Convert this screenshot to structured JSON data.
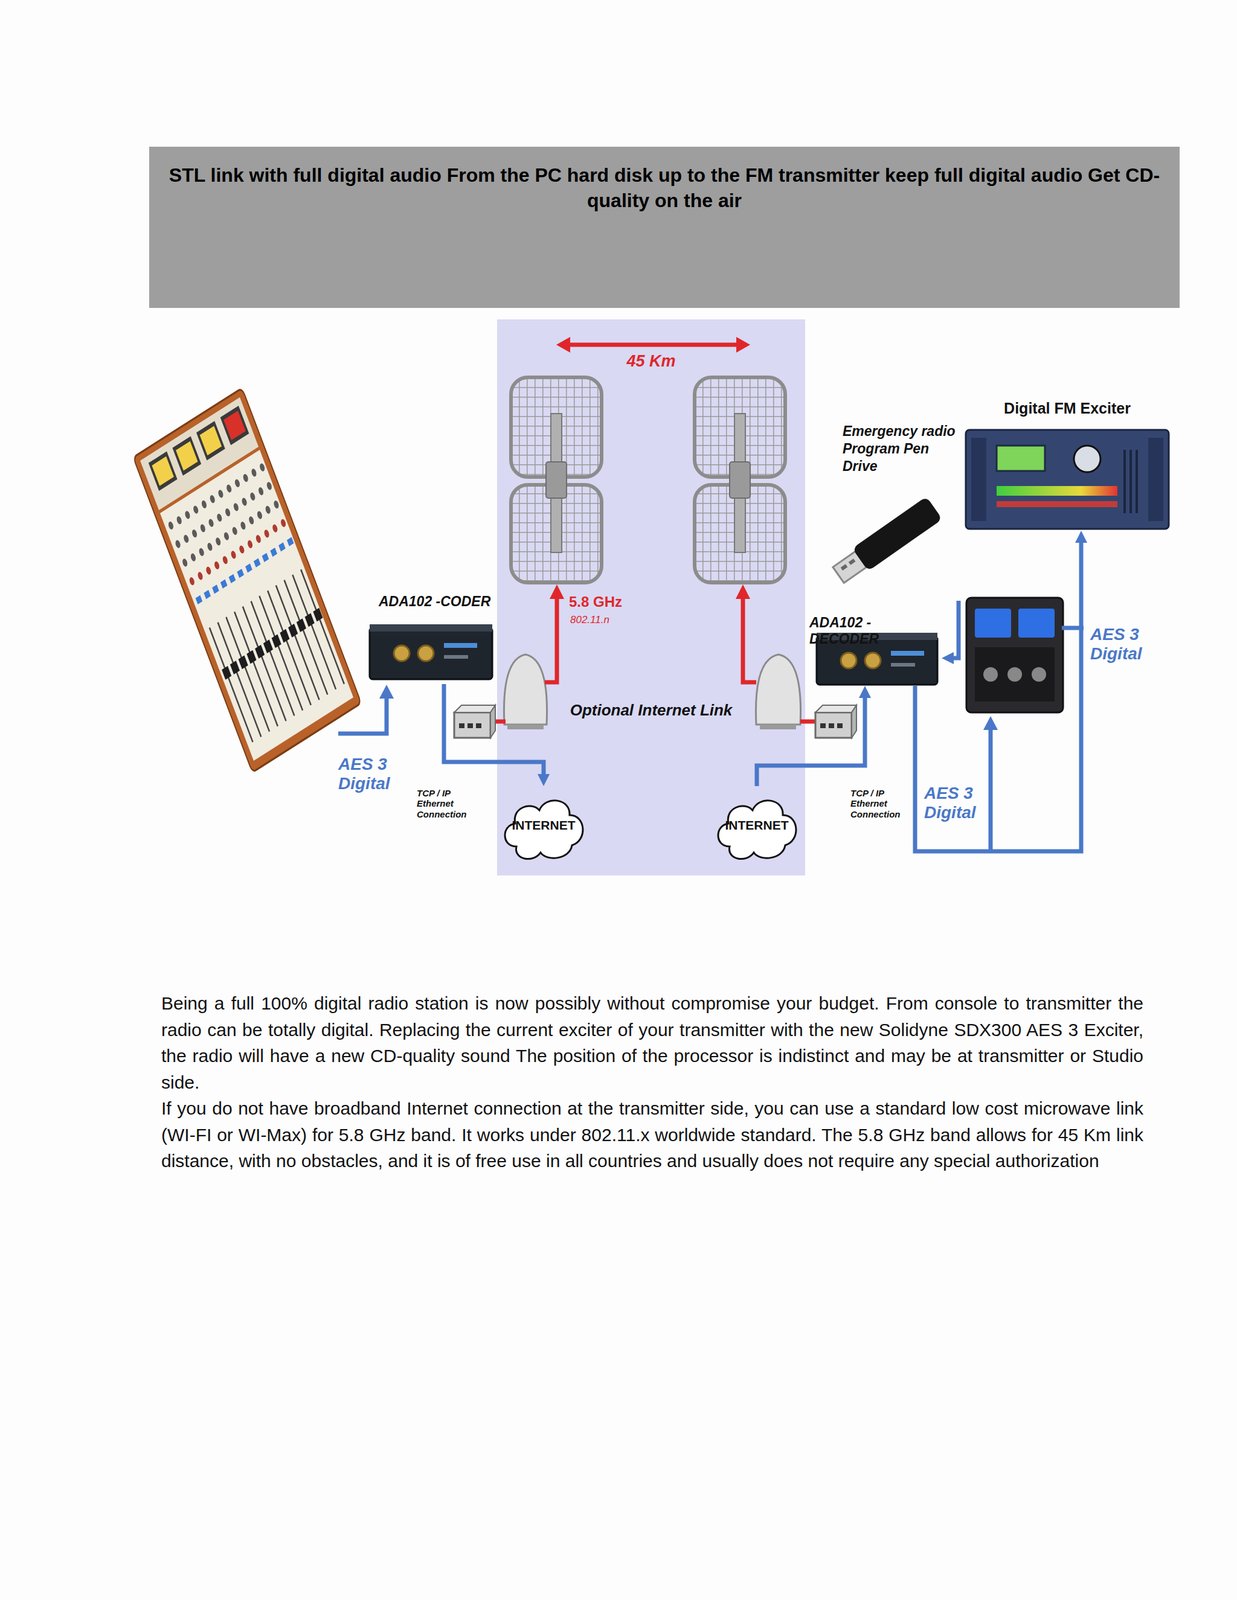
{
  "diagram": {
    "title": "STL link with full digital audio From the PC hard disk up to the FM transmitter keep full digital audio Get CD-quality on the air",
    "nodes": [
      {
        "text": [
          "Optional Internet Link"
        ]
      },
      {
        "text": [
          "Digital FM Exciter"
        ]
      },
      {
        "text": [
          "Emergency radio Program Pen Drive"
        ]
      },
      {
        "text": [
          "ADA102 -CODER"
        ]
      },
      {
        "text": [
          "ADA102 - DECODER"
        ]
      },
      {
        "text": [
          "INTERNET"
        ],
        "in": 0
      },
      {
        "text": [
          "INTERNET"
        ],
        "in": 0
      }
    ],
    "edges": [
      {
        "from": 3,
        "to": 5,
        "arrow": "to"
      },
      {
        "from": 6,
        "to": 4,
        "arrow": "to"
      },
      {
        "from": 2,
        "to": 4,
        "arrow": "to"
      },
      {
        "from": 4,
        "to": 1,
        "arrow": "to"
      }
    ],
    "labels": [
      "45 Km",
      "5.8 GHz",
      "802.11.n",
      "AES 3 Digital",
      "TCP / IP Ethernet Connection",
      "TCP / IP Ethernet Connection",
      "AES 3 Digital",
      "AES 3 Digital",
      "Being a full 100% digital radio station is now possibly without compromise your budget. From console to transmitter the radio can be totally digital. Replacing the current exciter of your transmitter with the new Solidyne SDX300 AES 3 Exciter, the radio will have a new CD-quality sound The position of the processor is indistinct and may be at transmitter or Studio side.",
      "If you do not have broadband Internet connection at the transmitter side, you can use a standard low cost microwave link (WI-FI or WI-Max) for 5.8 GHz band. It works under 802.11.x worldwide standard. The 5.8 GHz band allows for 45 Km link distance, with no obstacles, and it is of free use in all countries and usually does not require any special authorization"
    ]
  }
}
